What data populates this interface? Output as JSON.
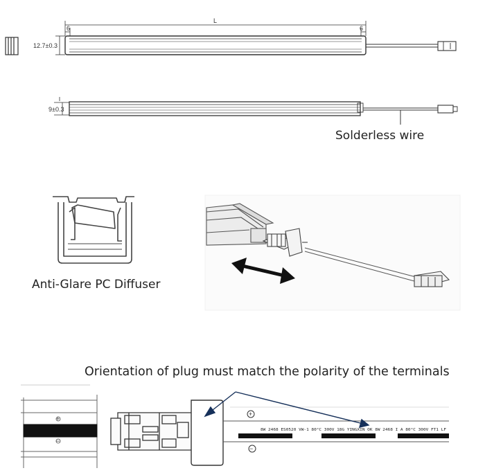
{
  "dimensions": {
    "length": "L",
    "end_left": "6",
    "end_right": "6",
    "height_top": "12.7±0.3",
    "height_side": "9±0.3"
  },
  "captions": {
    "solderless_wire": "Solderless wire",
    "diffuser": "Anti-Glare PC Diffuser",
    "orientation": "Orientation of plug must match the polarity of the terminals"
  },
  "strip": {
    "plus": "+",
    "minus": "−",
    "print": "8W 2468 ES0520 VW-1 80°C 300V 18G YINGXIN OK 8W 2468 I A 80°C 300V FT1 LF"
  }
}
